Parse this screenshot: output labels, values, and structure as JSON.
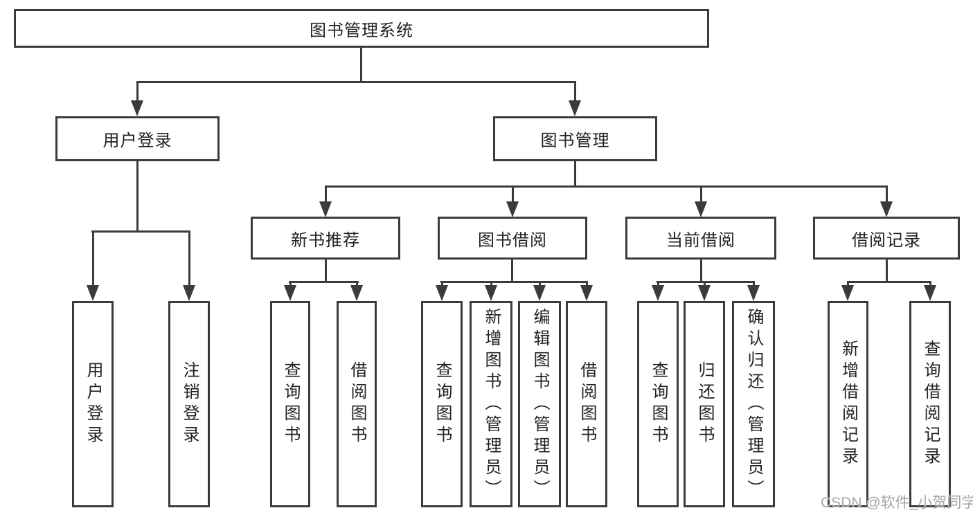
{
  "style": {
    "background": "#ffffff",
    "line_color": "#3b3b3b",
    "text_color": "#222222",
    "watermark_color": "#a6a6a6"
  },
  "nodes": {
    "root": {
      "label": "图书管理系统"
    },
    "user_login_branch": {
      "label": "用户登录"
    },
    "book_management": {
      "label": "图书管理"
    },
    "user_login": {
      "label": "用户登录"
    },
    "logout": {
      "label": "注销登录"
    },
    "new_book_recommend": {
      "label": "新书推荐"
    },
    "book_borrowing": {
      "label": "图书借阅"
    },
    "current_borrowing": {
      "label": "当前借阅"
    },
    "borrowing_records": {
      "label": "借阅记录"
    },
    "nbr_query_books": {
      "label": "查询图书"
    },
    "nbr_borrow_books": {
      "label": "借阅图书"
    },
    "bb_query_books": {
      "label": "查询图书"
    },
    "bb_add_books": {
      "label": "新增图书（管理员）"
    },
    "bb_edit_books": {
      "label": "编辑图书（管理员）"
    },
    "bb_borrow_books": {
      "label": "借阅图书"
    },
    "cb_query_books": {
      "label": "查询图书"
    },
    "cb_return_books": {
      "label": "归还图书"
    },
    "cb_confirm_return": {
      "label": "确认归还（管理员）"
    },
    "br_add_record": {
      "label": "新增借阅记录"
    },
    "br_query_record": {
      "label": "查询借阅记录"
    }
  },
  "watermark": {
    "text": "CSDN @软件_小贺同学"
  }
}
